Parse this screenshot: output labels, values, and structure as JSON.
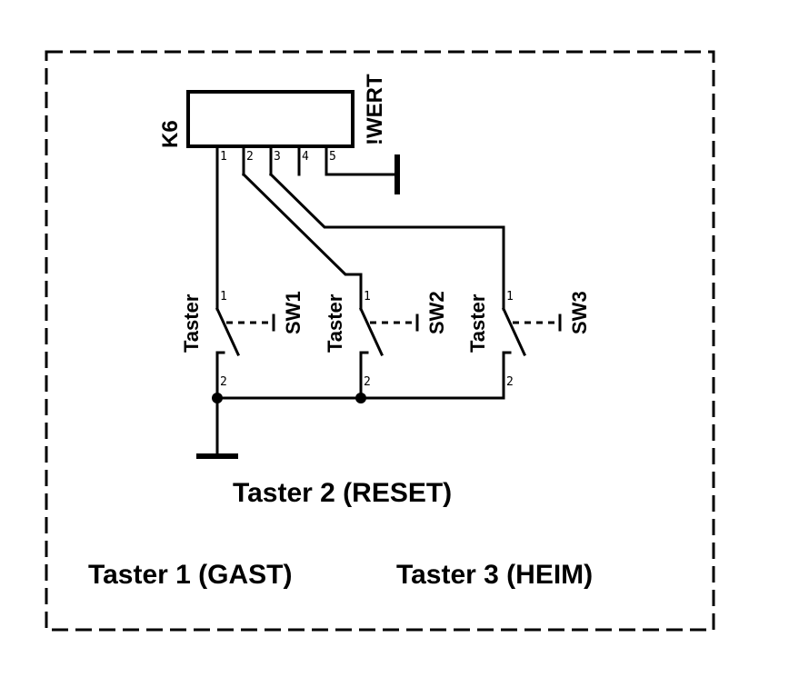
{
  "component": {
    "ref": "K6",
    "value": "!WERT",
    "pins": [
      "1",
      "2",
      "3",
      "4",
      "5"
    ]
  },
  "switches": [
    {
      "ref": "SW1",
      "type": "Taster",
      "pin_top": "1",
      "pin_bottom": "2"
    },
    {
      "ref": "SW2",
      "type": "Taster",
      "pin_top": "1",
      "pin_bottom": "2"
    },
    {
      "ref": "SW3",
      "type": "Taster",
      "pin_top": "1",
      "pin_bottom": "2"
    }
  ],
  "captions": {
    "reset": "Taster 2 (RESET)",
    "gast": "Taster 1 (GAST)",
    "heim": "Taster 3 (HEIM)"
  }
}
